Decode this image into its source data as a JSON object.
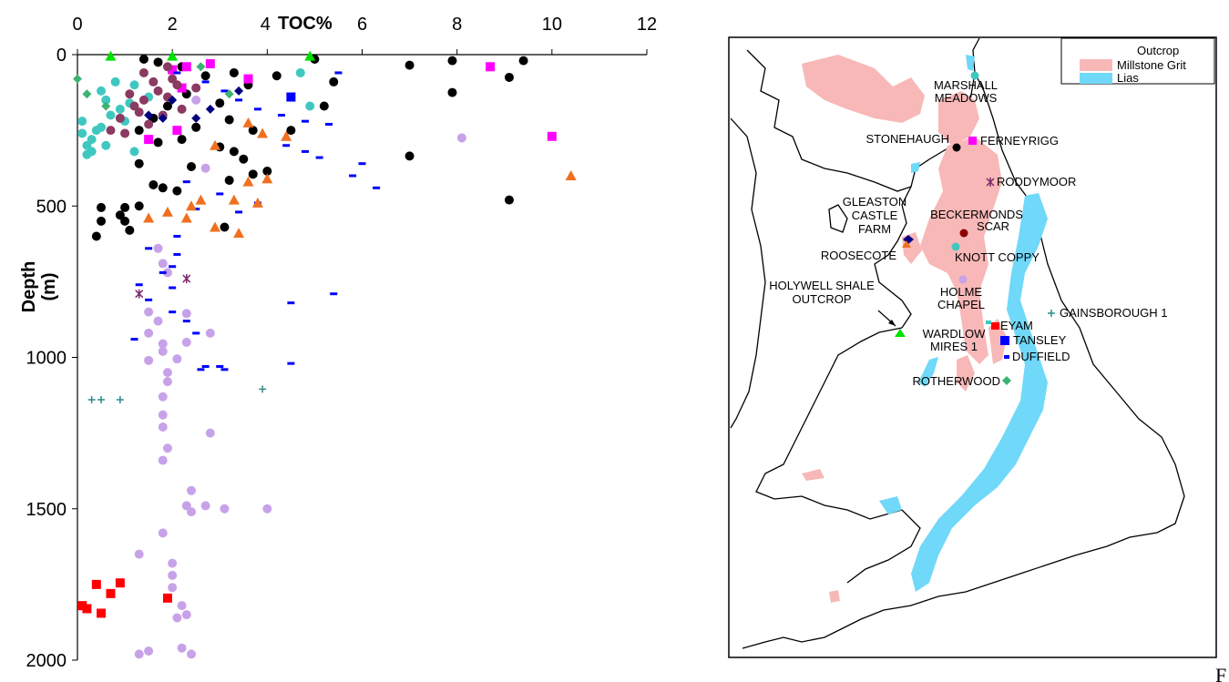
{
  "chart_data": [
    {
      "type": "scatter",
      "title": "",
      "xlabel": "TOC%",
      "ylabel": "Depth (m)",
      "ylabel_lines": [
        "Depth",
        "(m)"
      ],
      "x_position": "top",
      "y_inverted": true,
      "xlim": [
        0,
        12
      ],
      "ylim": [
        0,
        2000
      ],
      "xticks": [
        "0",
        "2",
        "4",
        "6",
        "8",
        "10",
        "12"
      ],
      "yticks": [
        "0",
        "500",
        "1000",
        "1500",
        "2000"
      ],
      "grid": false,
      "series": [
        {
          "marker": "circle",
          "color": "#000000",
          "points": [
            [
              1.4,
              15
            ],
            [
              1.7,
              25
            ],
            [
              2.2,
              40
            ],
            [
              2.7,
              70
            ],
            [
              3.3,
              60
            ],
            [
              3.6,
              100
            ],
            [
              4.2,
              70
            ],
            [
              5.0,
              15
            ],
            [
              5.4,
              90
            ],
            [
              5.2,
              170
            ],
            [
              3.0,
              160
            ],
            [
              2.3,
              130
            ],
            [
              1.9,
              170
            ],
            [
              1.3,
              250
            ],
            [
              1.6,
              210
            ],
            [
              2.5,
              240
            ],
            [
              3.2,
              215
            ],
            [
              3.7,
              250
            ],
            [
              4.5,
              250
            ],
            [
              1.7,
              290
            ],
            [
              2.2,
              280
            ],
            [
              3.0,
              305
            ],
            [
              3.3,
              320
            ],
            [
              3.5,
              345
            ],
            [
              4.0,
              385
            ],
            [
              2.4,
              370
            ],
            [
              1.3,
              360
            ],
            [
              1.6,
              430
            ],
            [
              1.8,
              440
            ],
            [
              2.1,
              450
            ],
            [
              3.2,
              415
            ],
            [
              3.7,
              395
            ],
            [
              0.5,
              505
            ],
            [
              1.0,
              505
            ],
            [
              1.3,
              500
            ],
            [
              0.5,
              550
            ],
            [
              0.9,
              530
            ],
            [
              1.0,
              550
            ],
            [
              1.1,
              580
            ],
            [
              0.4,
              600
            ],
            [
              3.1,
              570
            ],
            [
              7.0,
              35
            ],
            [
              7.9,
              20
            ],
            [
              9.4,
              20
            ],
            [
              9.1,
              75
            ],
            [
              7.9,
              125
            ],
            [
              7.0,
              335
            ],
            [
              9.1,
              480
            ]
          ]
        },
        {
          "marker": "circle",
          "color": "#c8a2e8",
          "points": [
            [
              1.7,
              640
            ],
            [
              1.8,
              690
            ],
            [
              1.9,
              720
            ],
            [
              1.5,
              850
            ],
            [
              1.7,
              880
            ],
            [
              2.3,
              855
            ],
            [
              1.5,
              920
            ],
            [
              1.8,
              955
            ],
            [
              2.3,
              950
            ],
            [
              2.8,
              920
            ],
            [
              1.8,
              980
            ],
            [
              1.5,
              1010
            ],
            [
              2.1,
              1005
            ],
            [
              1.9,
              1050
            ],
            [
              1.9,
              1080
            ],
            [
              1.8,
              1130
            ],
            [
              1.8,
              1190
            ],
            [
              1.8,
              1230
            ],
            [
              2.8,
              1250
            ],
            [
              1.9,
              1300
            ],
            [
              1.8,
              1340
            ],
            [
              2.4,
              1440
            ],
            [
              2.3,
              1490
            ],
            [
              2.4,
              1510
            ],
            [
              2.7,
              1490
            ],
            [
              3.1,
              1500
            ],
            [
              4.0,
              1500
            ],
            [
              1.8,
              1580
            ],
            [
              1.3,
              1650
            ],
            [
              2.0,
              1680
            ],
            [
              2.0,
              1720
            ],
            [
              2.0,
              1760
            ],
            [
              2.2,
              1820
            ],
            [
              2.3,
              1850
            ],
            [
              2.1,
              1860
            ],
            [
              2.2,
              1960
            ],
            [
              2.4,
              1980
            ],
            [
              1.5,
              1970
            ],
            [
              1.3,
              1980
            ],
            [
              8.1,
              275
            ],
            [
              2.5,
              150
            ],
            [
              2.7,
              375
            ]
          ]
        },
        {
          "marker": "square",
          "color": "#ff0000",
          "points": [
            [
              0.4,
              1750
            ],
            [
              0.7,
              1780
            ],
            [
              0.1,
              1820
            ],
            [
              0.2,
              1830
            ],
            [
              0.5,
              1845
            ],
            [
              0.9,
              1745
            ],
            [
              1.9,
              1795
            ]
          ]
        },
        {
          "marker": "square",
          "color": "#ff00ff",
          "points": [
            [
              2.0,
              50
            ],
            [
              2.3,
              40
            ],
            [
              2.8,
              30
            ],
            [
              3.6,
              80
            ],
            [
              2.2,
              110
            ],
            [
              2.1,
              250
            ],
            [
              1.5,
              280
            ],
            [
              8.7,
              40
            ],
            [
              10.0,
              270
            ]
          ]
        },
        {
          "marker": "square",
          "color": "#0000ff",
          "points": [
            [
              4.5,
              140
            ]
          ]
        },
        {
          "marker": "dash",
          "color": "#0000ff",
          "points": [
            [
              2.1,
              60
            ],
            [
              2.7,
              90
            ],
            [
              3.1,
              120
            ],
            [
              3.4,
              150
            ],
            [
              3.8,
              180
            ],
            [
              4.3,
              200
            ],
            [
              4.8,
              220
            ],
            [
              5.3,
              230
            ],
            [
              4.4,
              300
            ],
            [
              4.8,
              320
            ],
            [
              5.1,
              340
            ],
            [
              5.5,
              60
            ],
            [
              6.0,
              360
            ],
            [
              5.8,
              400
            ],
            [
              6.3,
              440
            ],
            [
              2.3,
              420
            ],
            [
              2.5,
              510
            ],
            [
              2.1,
              600
            ],
            [
              1.5,
              640
            ],
            [
              2.1,
              660
            ],
            [
              2.0,
              700
            ],
            [
              1.8,
              720
            ],
            [
              1.3,
              760
            ],
            [
              2.0,
              770
            ],
            [
              1.5,
              810
            ],
            [
              2.0,
              850
            ],
            [
              2.3,
              880
            ],
            [
              2.5,
              920
            ],
            [
              2.6,
              1040
            ],
            [
              2.7,
              1030
            ],
            [
              3.0,
              1030
            ],
            [
              3.1,
              1040
            ],
            [
              1.2,
              940
            ],
            [
              4.5,
              820
            ],
            [
              5.4,
              790
            ],
            [
              4.5,
              1020
            ],
            [
              3.4,
              520
            ],
            [
              3.8,
              490
            ],
            [
              3.0,
              460
            ]
          ]
        },
        {
          "marker": "triangle",
          "color": "#f07020",
          "points": [
            [
              3.6,
              225
            ],
            [
              3.9,
              260
            ],
            [
              4.4,
              270
            ],
            [
              2.9,
              300
            ],
            [
              3.6,
              420
            ],
            [
              4.0,
              410
            ],
            [
              3.3,
              480
            ],
            [
              3.8,
              490
            ],
            [
              2.6,
              480
            ],
            [
              2.4,
              500
            ],
            [
              2.3,
              540
            ],
            [
              1.9,
              520
            ],
            [
              1.5,
              540
            ],
            [
              2.9,
              570
            ],
            [
              3.4,
              590
            ],
            [
              10.4,
              400
            ]
          ]
        },
        {
          "marker": "triangle",
          "color": "#00e000",
          "points": [
            [
              0.7,
              5
            ],
            [
              2.0,
              5
            ],
            [
              4.9,
              5
            ]
          ]
        },
        {
          "marker": "circle",
          "color": "#40c8c0",
          "points": [
            [
              0.1,
              260
            ],
            [
              0.2,
              300
            ],
            [
              0.3,
              320
            ],
            [
              0.5,
              240
            ],
            [
              0.1,
              220
            ],
            [
              0.3,
              280
            ],
            [
              0.6,
              300
            ],
            [
              0.2,
              330
            ],
            [
              0.4,
              250
            ],
            [
              0.7,
              200
            ],
            [
              1.0,
              220
            ],
            [
              1.2,
              100
            ],
            [
              0.9,
              180
            ],
            [
              1.5,
              140
            ],
            [
              1.1,
              160
            ],
            [
              0.6,
              150
            ],
            [
              0.5,
              120
            ],
            [
              0.8,
              90
            ],
            [
              1.2,
              320
            ],
            [
              4.9,
              170
            ],
            [
              4.7,
              60
            ]
          ]
        },
        {
          "marker": "circle",
          "color": "#8b3a62",
          "points": [
            [
              1.1,
              130
            ],
            [
              1.4,
              150
            ],
            [
              1.7,
              120
            ],
            [
              1.9,
              140
            ],
            [
              2.1,
              100
            ],
            [
              1.3,
              190
            ],
            [
              1.8,
              200
            ],
            [
              1.5,
              230
            ],
            [
              0.9,
              210
            ],
            [
              1.6,
              90
            ],
            [
              2.0,
              80
            ],
            [
              2.5,
              110
            ],
            [
              1.2,
              170
            ],
            [
              1.0,
              260
            ],
            [
              0.7,
              250
            ],
            [
              1.9,
              40
            ],
            [
              1.4,
              60
            ],
            [
              2.2,
              180
            ]
          ]
        },
        {
          "marker": "diamond",
          "color": "#3cb371",
          "points": [
            [
              0.0,
              80
            ],
            [
              0.2,
              130
            ],
            [
              0.6,
              170
            ],
            [
              2.6,
              40
            ],
            [
              3.2,
              130
            ]
          ]
        },
        {
          "marker": "diamond",
          "color": "#000080",
          "points": [
            [
              1.8,
              210
            ],
            [
              2.0,
              150
            ],
            [
              2.5,
              210
            ],
            [
              2.8,
              180
            ],
            [
              3.4,
              120
            ],
            [
              1.5,
              200
            ]
          ]
        },
        {
          "marker": "x",
          "color": "#7b2a6b",
          "points": [
            [
              1.3,
              790
            ],
            [
              2.3,
              740
            ]
          ]
        },
        {
          "marker": "plus",
          "color": "#2e8b8b",
          "points": [
            [
              0.3,
              1140
            ],
            [
              0.5,
              1140
            ],
            [
              0.9,
              1140
            ],
            [
              3.9,
              1105
            ]
          ]
        }
      ]
    },
    {
      "type": "map",
      "legend": {
        "title": "Outcrop",
        "entries": [
          {
            "label": "Millstone Grit",
            "color": "#f8b8b8"
          },
          {
            "label": "Lias",
            "color": "#70d8f8"
          }
        ]
      },
      "places": [
        {
          "lines": [
            "MARSHALL",
            "MEADOWS"
          ]
        },
        {
          "lines": [
            "STONEHAUGH"
          ]
        },
        {
          "lines": [
            "FERNEYRIGG"
          ]
        },
        {
          "lines": [
            "RODDYMOOR"
          ]
        },
        {
          "lines": [
            "GLEASTON",
            "CASTLE",
            "FARM"
          ]
        },
        {
          "lines": [
            "BECKERMONDS",
            "SCAR"
          ]
        },
        {
          "lines": [
            "ROOSECOTE"
          ]
        },
        {
          "lines": [
            "KNOTT COPPY"
          ]
        },
        {
          "lines": [
            "HOLME",
            "CHAPEL"
          ]
        },
        {
          "lines": [
            "HOLYWELL SHALE",
            "OUTCROP"
          ]
        },
        {
          "lines": [
            "EYAM"
          ]
        },
        {
          "lines": [
            "GAINSBOROUGH 1"
          ]
        },
        {
          "lines": [
            "WARDLOW",
            "MIRES 1"
          ]
        },
        {
          "lines": [
            "TANSLEY"
          ]
        },
        {
          "lines": [
            "DUFFIELD"
          ]
        },
        {
          "lines": [
            "ROTHERWOOD"
          ]
        }
      ]
    }
  ],
  "stray_text": "F"
}
